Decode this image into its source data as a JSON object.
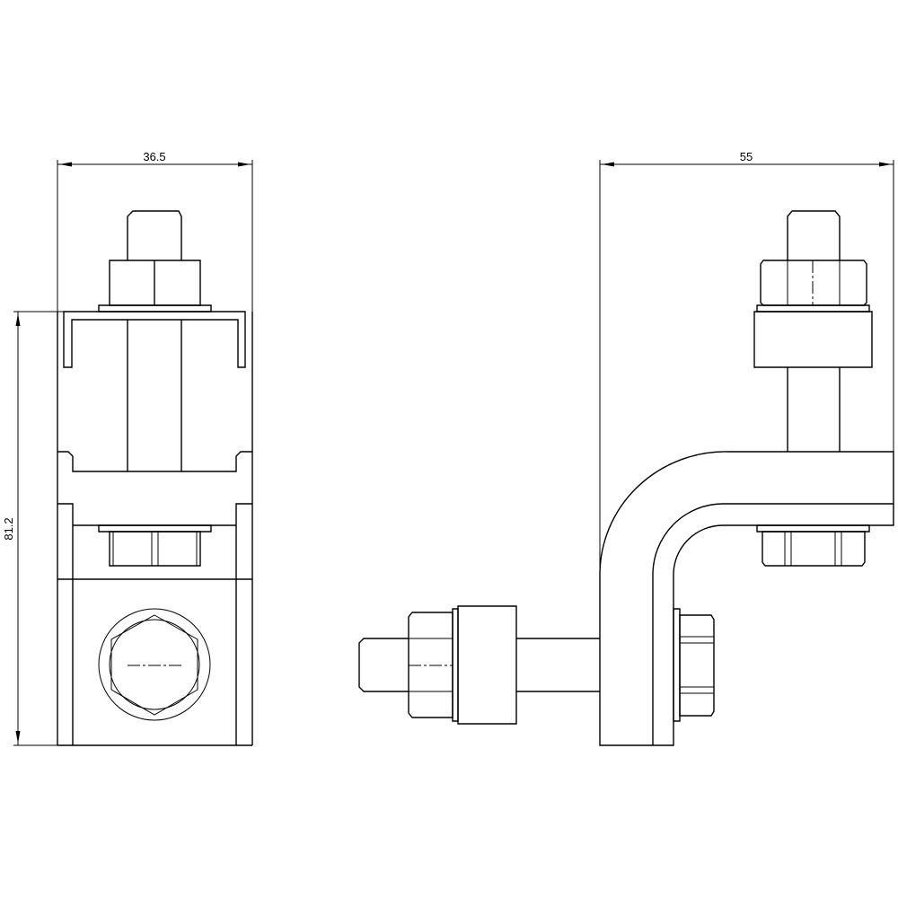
{
  "drawing": {
    "front_view": {
      "width_dimension": "36.5",
      "height_dimension": "81.2"
    },
    "side_view": {
      "depth_dimension": "55"
    }
  }
}
